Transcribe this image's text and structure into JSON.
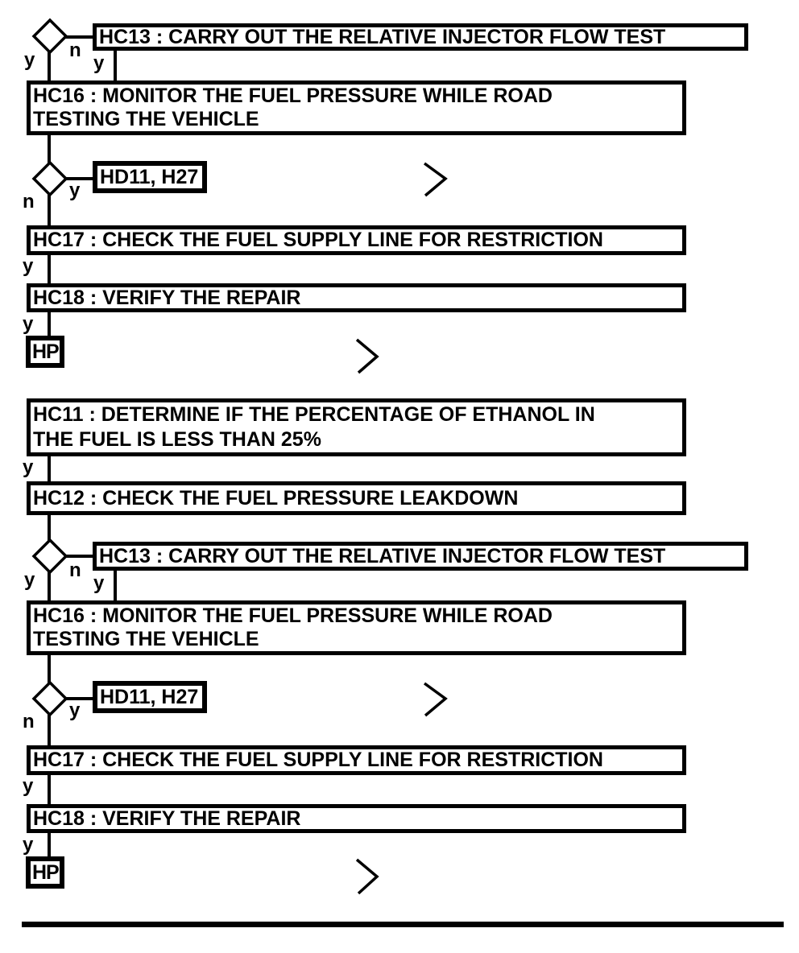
{
  "labels": {
    "yes": "y",
    "no": "n"
  },
  "nodes": {
    "hc13": "HC13 : CARRY OUT THE RELATIVE INJECTOR FLOW TEST",
    "hc16": {
      "line1": "HC16 : MONITOR THE FUEL PRESSURE WHILE ROAD",
      "line2": "TESTING THE VEHICLE"
    },
    "hd11": "HD11, H27",
    "hc17": "HC17 : CHECK THE FUEL SUPPLY LINE FOR RESTRICTION",
    "hc18": "HC18 : VERIFY THE REPAIR",
    "hp": "HP",
    "hc11": {
      "line1": "HC11 : DETERMINE IF THE PERCENTAGE OF ETHANOL IN",
      "line2": "THE FUEL IS LESS THAN 25%"
    },
    "hc12": "HC12 : CHECK THE FUEL PRESSURE LEAKDOWN"
  },
  "icons": {
    "continue_chevron": "chevron-right"
  },
  "colors": {
    "ink": "#000000",
    "background": "#ffffff"
  }
}
